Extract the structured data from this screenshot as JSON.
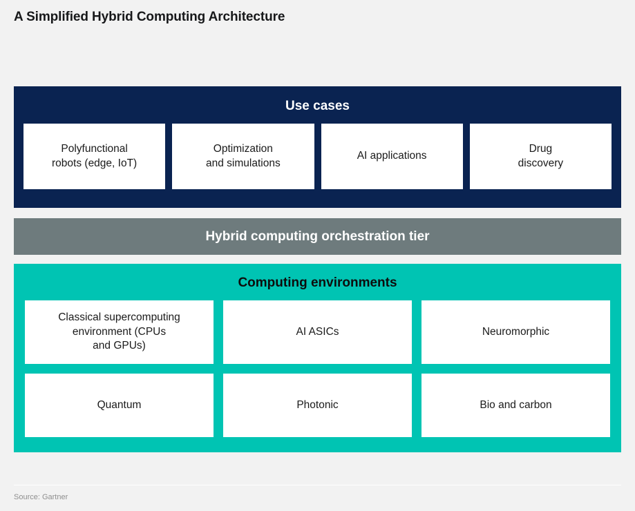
{
  "page": {
    "title": "A Simplified Hybrid Computing Architecture",
    "background_color": "#f2f2f2"
  },
  "colors": {
    "use_cases_band": "#0a2351",
    "orchestration_band": "#6e7b7d",
    "computing_band": "#00c4b3",
    "card": "#ffffff",
    "card_text": "#1a1a1a",
    "heading_light": "#ffffff",
    "heading_dark": "#0d0d0d",
    "source_text": "#8e8e8e"
  },
  "use_cases": {
    "heading": "Use cases",
    "cards": [
      {
        "label": "Polyfunctional\nrobots (edge, IoT)"
      },
      {
        "label": "Optimization\nand simulations"
      },
      {
        "label": "AI applications"
      },
      {
        "label": "Drug\ndiscovery"
      }
    ]
  },
  "orchestration": {
    "heading": "Hybrid computing orchestration tier"
  },
  "computing_environments": {
    "heading": "Computing environments",
    "cards": [
      {
        "label": "Classical supercomputing\nenvironment (CPUs\nand GPUs)"
      },
      {
        "label": "AI ASICs"
      },
      {
        "label": "Neuromorphic"
      },
      {
        "label": "Quantum"
      },
      {
        "label": "Photonic"
      },
      {
        "label": "Bio and carbon"
      }
    ]
  },
  "footer": {
    "source": "Source: Gartner"
  }
}
